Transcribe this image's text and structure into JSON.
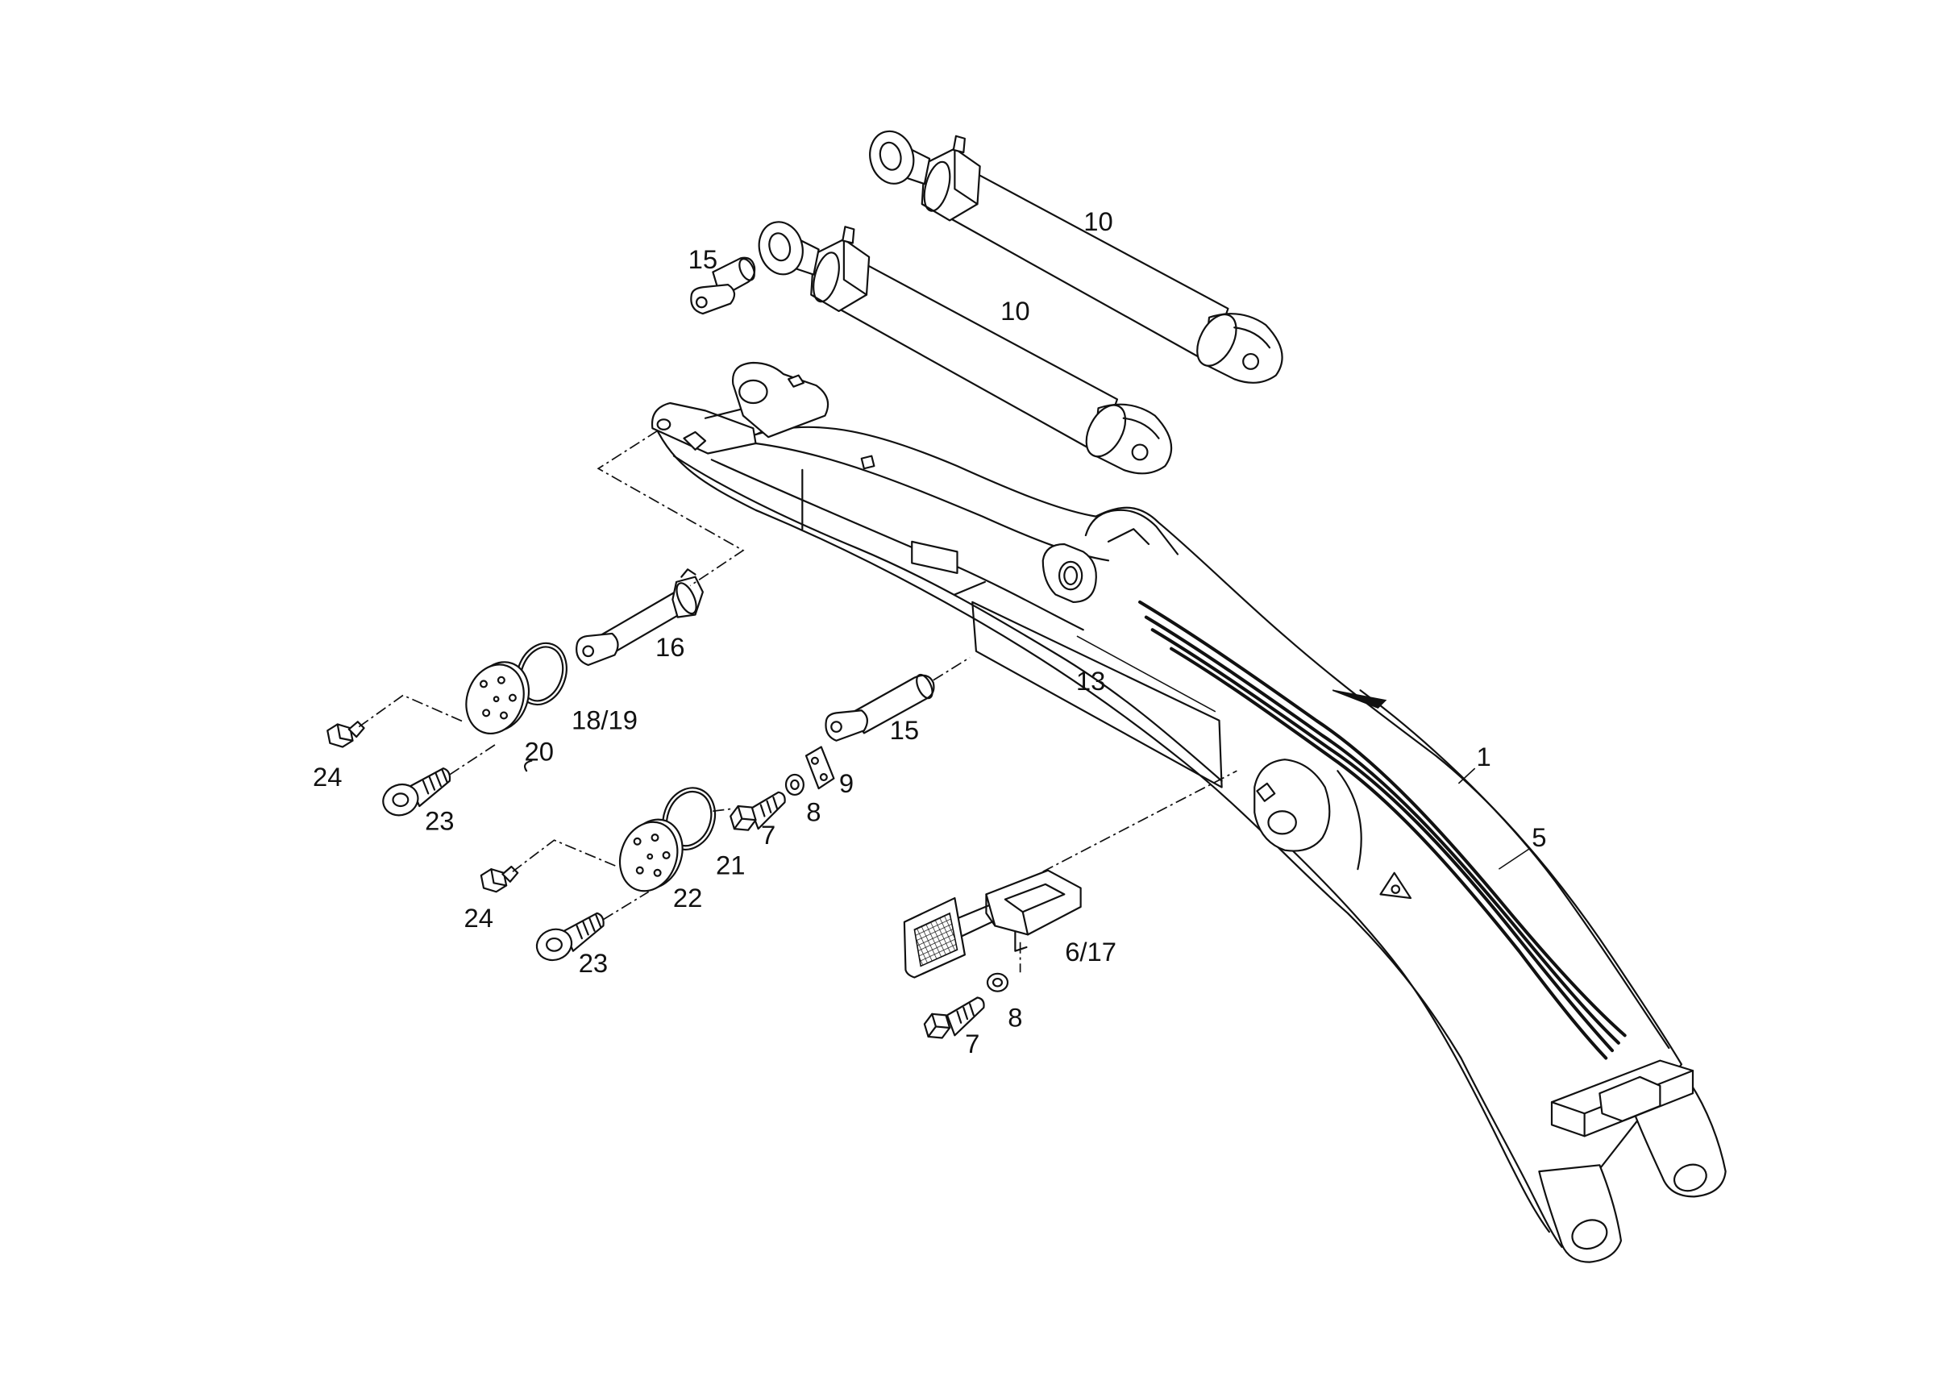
{
  "callouts": {
    "cyl_a": "10",
    "cyl_b": "10",
    "pin_a": "15",
    "pin_long": "16",
    "panel": "13",
    "ring_a": "18/19",
    "pin_b": "15",
    "disc_a": "20",
    "nipple_a": "24",
    "plate": "9",
    "bolt_a": "23",
    "washer_a": "8",
    "screw_a": "7",
    "arm": "1",
    "hose": "5",
    "ring_b": "21",
    "disc_b": "22",
    "nipple_b": "24",
    "bolt_b": "23",
    "step": "6/17",
    "washer_b": "8",
    "screw_b": "7"
  }
}
